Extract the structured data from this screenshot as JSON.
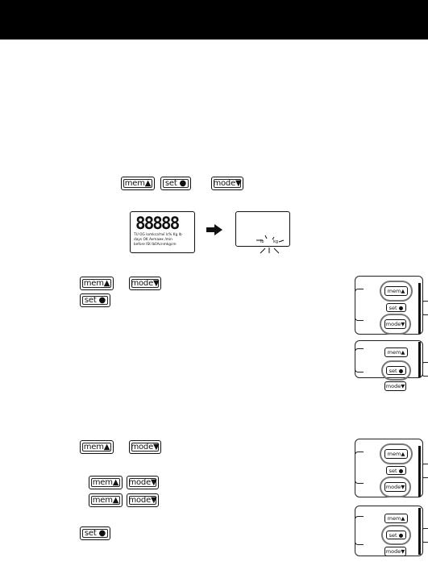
{
  "header": {
    "color": "#000000"
  },
  "buttons": {
    "mem": "mem▲",
    "set": "set ●",
    "mode": "mode▼"
  },
  "mini_buttons": {
    "mem": "mem▲",
    "set": "set ●",
    "mode": "mode▼"
  },
  "lcd_full": {
    "digits": "88888",
    "segment_labels": {
      "line1": "TU  OG  lomkcalтиї  lc%  Kg  lb",
      "line2": "days   OK  Avmамк    /min",
      "line3": "before  ISt  IbïlAcnmkgcm"
    }
  },
  "lcd_blank": {
    "units": {
      "lb": "lb",
      "kg": "kg"
    }
  },
  "icons": [
    "arrow-right-icon",
    "blink-rays-icon"
  ],
  "highlight_color": "#777777"
}
